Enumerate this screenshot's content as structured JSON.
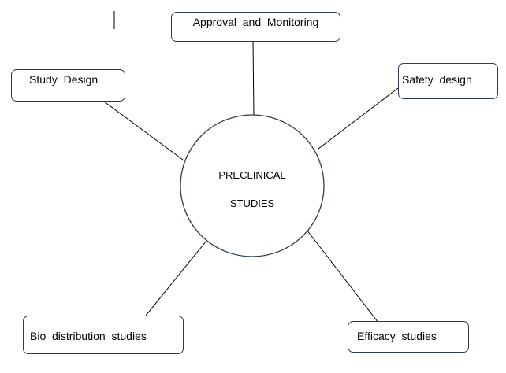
{
  "center": {
    "line1": "PRECLINICAL",
    "line2": "STUDIES"
  },
  "nodes": {
    "approval": "Approval  and  Monitoring",
    "study_design": "Study  Design",
    "safety_design": "Safety  design",
    "bio_distribution": "Bio  distribution  studies",
    "efficacy": "Efficacy  studies"
  },
  "colors": {
    "stroke": "#2f3b52"
  }
}
